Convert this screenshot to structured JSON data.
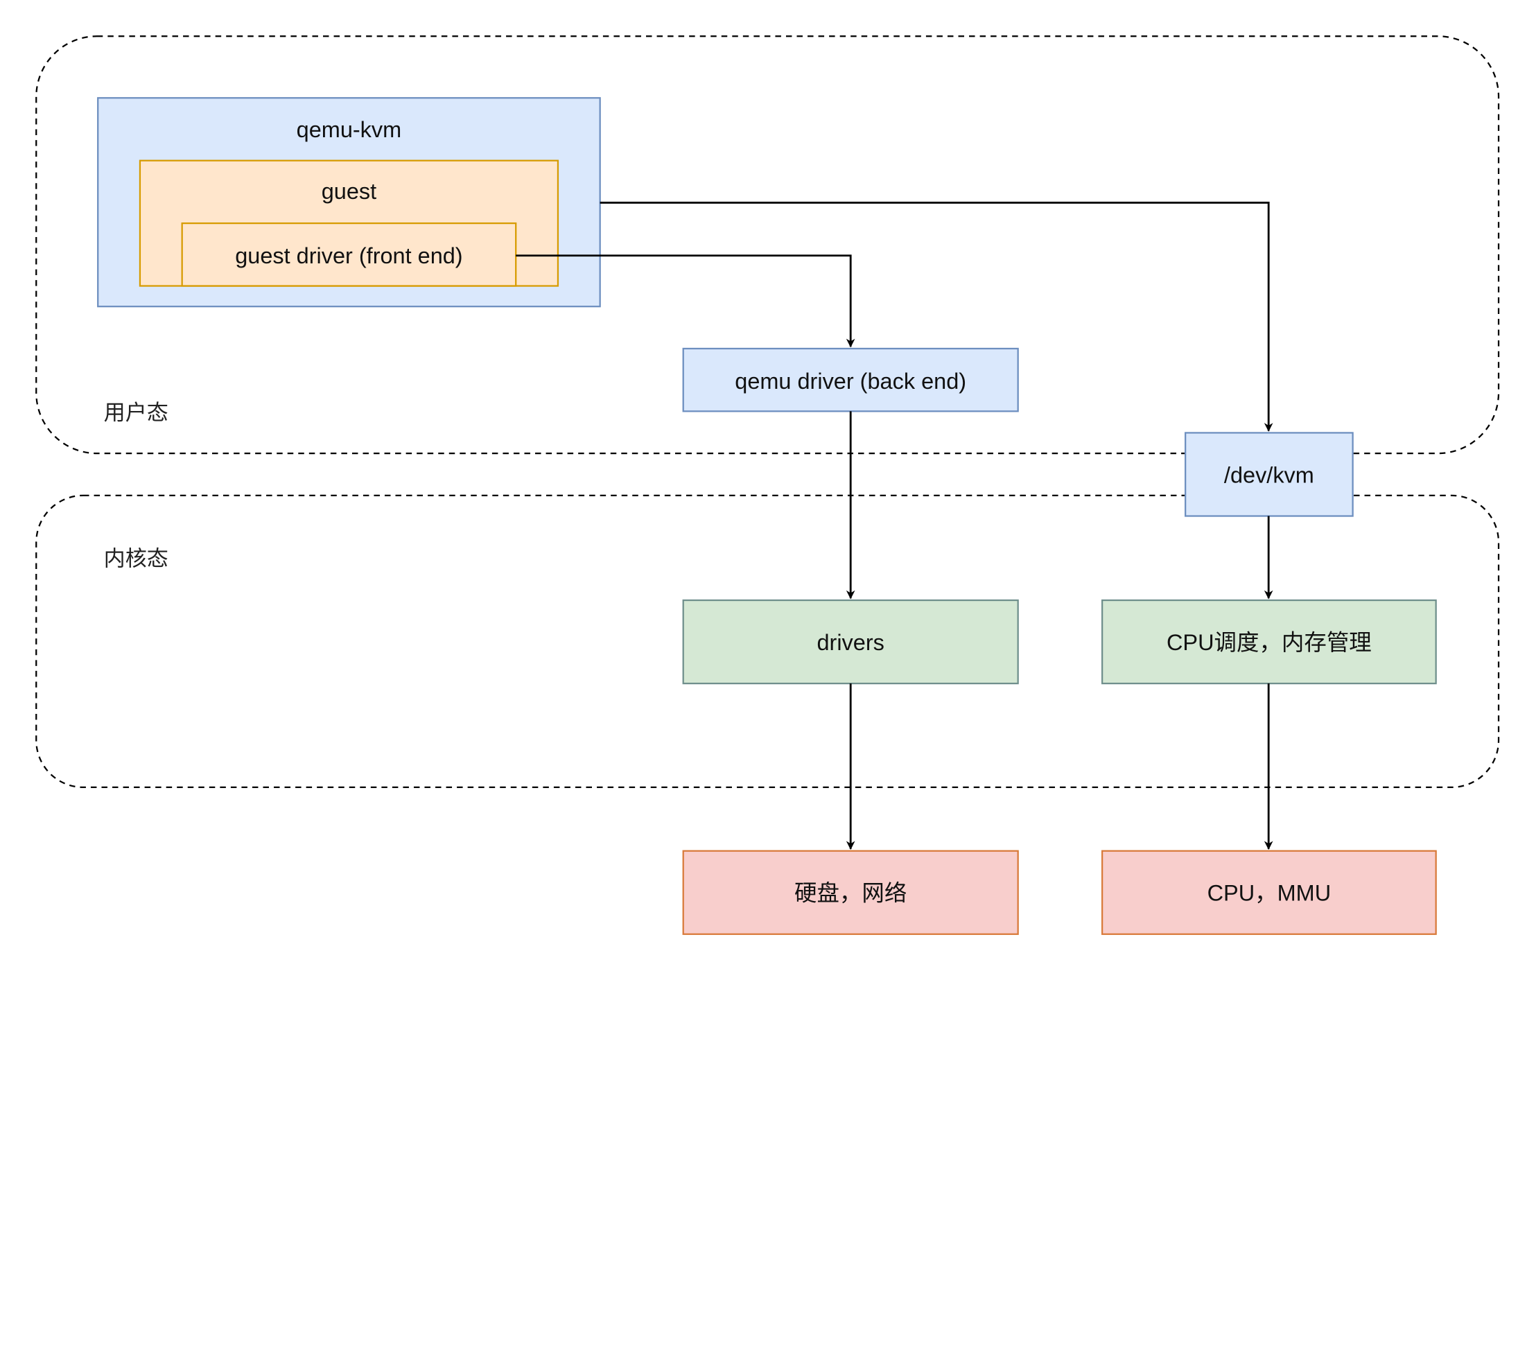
{
  "zones": {
    "user_label": "用户态",
    "kernel_label": "内核态"
  },
  "nodes": {
    "qemu_kvm": "qemu-kvm",
    "guest": "guest",
    "guest_driver": "guest driver (front end)",
    "qemu_driver": "qemu driver (back end)",
    "dev_kvm": "/dev/kvm",
    "drivers": "drivers",
    "cpu_sched": "CPU调度，内存管理",
    "disk_net": "硬盘，网络",
    "cpu_mmu": "CPU，MMU"
  },
  "edges": [
    {
      "from": "guest driver (front end)",
      "to": "qemu driver (back end)"
    },
    {
      "from": "qemu-kvm",
      "to": "/dev/kvm"
    },
    {
      "from": "qemu driver (back end)",
      "to": "drivers"
    },
    {
      "from": "/dev/kvm",
      "to": "CPU调度，内存管理"
    },
    {
      "from": "drivers",
      "to": "硬盘，网络"
    },
    {
      "from": "CPU调度，内存管理",
      "to": "CPU，MMU"
    }
  ],
  "colors": {
    "blue_fill": "#dae8fc",
    "blue_stroke": "#6c8ebf",
    "orange_fill": "#ffe6cc",
    "orange_stroke": "#d79b00",
    "green_fill": "#d5e8d4",
    "green_stroke": "#82b366",
    "red_fill": "#f8cecc",
    "red_stroke": "#d97a3a"
  }
}
